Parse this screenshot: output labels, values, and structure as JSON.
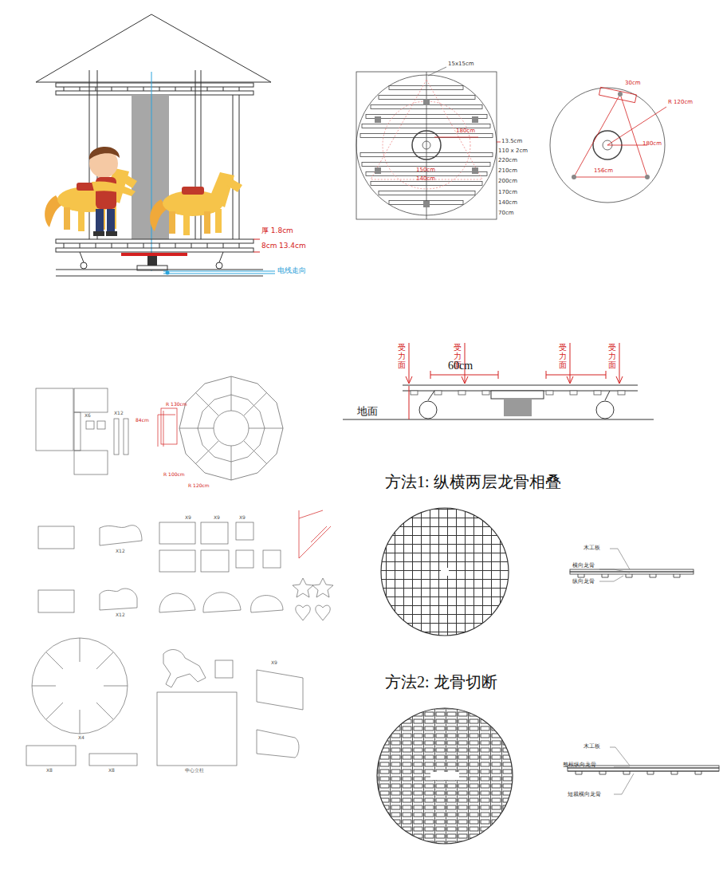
{
  "diagram": {
    "labels": [
      "厚 1.8cm",
      "8cm",
      "13.4cm",
      "电线走向",
      "15x15cm",
      "13.5cm",
      "110 x 2cm",
      "220cm",
      "210cm",
      "200cm",
      "170cm",
      "140cm",
      "70cm",
      "180cm",
      "150cm",
      "140cm",
      "30cm",
      "R 120cm",
      "180cm",
      "156cm",
      "受力面",
      "受力面",
      "受力面",
      "受力面",
      "60cm",
      "地面",
      "方法1: 纵横两层龙骨相叠",
      "木工板",
      "横向龙骨",
      "纵向龙骨",
      "方法2: 龙骨切断",
      "木工板",
      "整根纵向龙骨",
      "短裁横向龙骨",
      "84cm",
      "R 130cm",
      "R 100cm",
      "R 120cm",
      "X6",
      "X12",
      "X9",
      "X9",
      "X9",
      "X12",
      "X12",
      "X4",
      "X8",
      "X8",
      "X9",
      "中心立柱"
    ]
  }
}
